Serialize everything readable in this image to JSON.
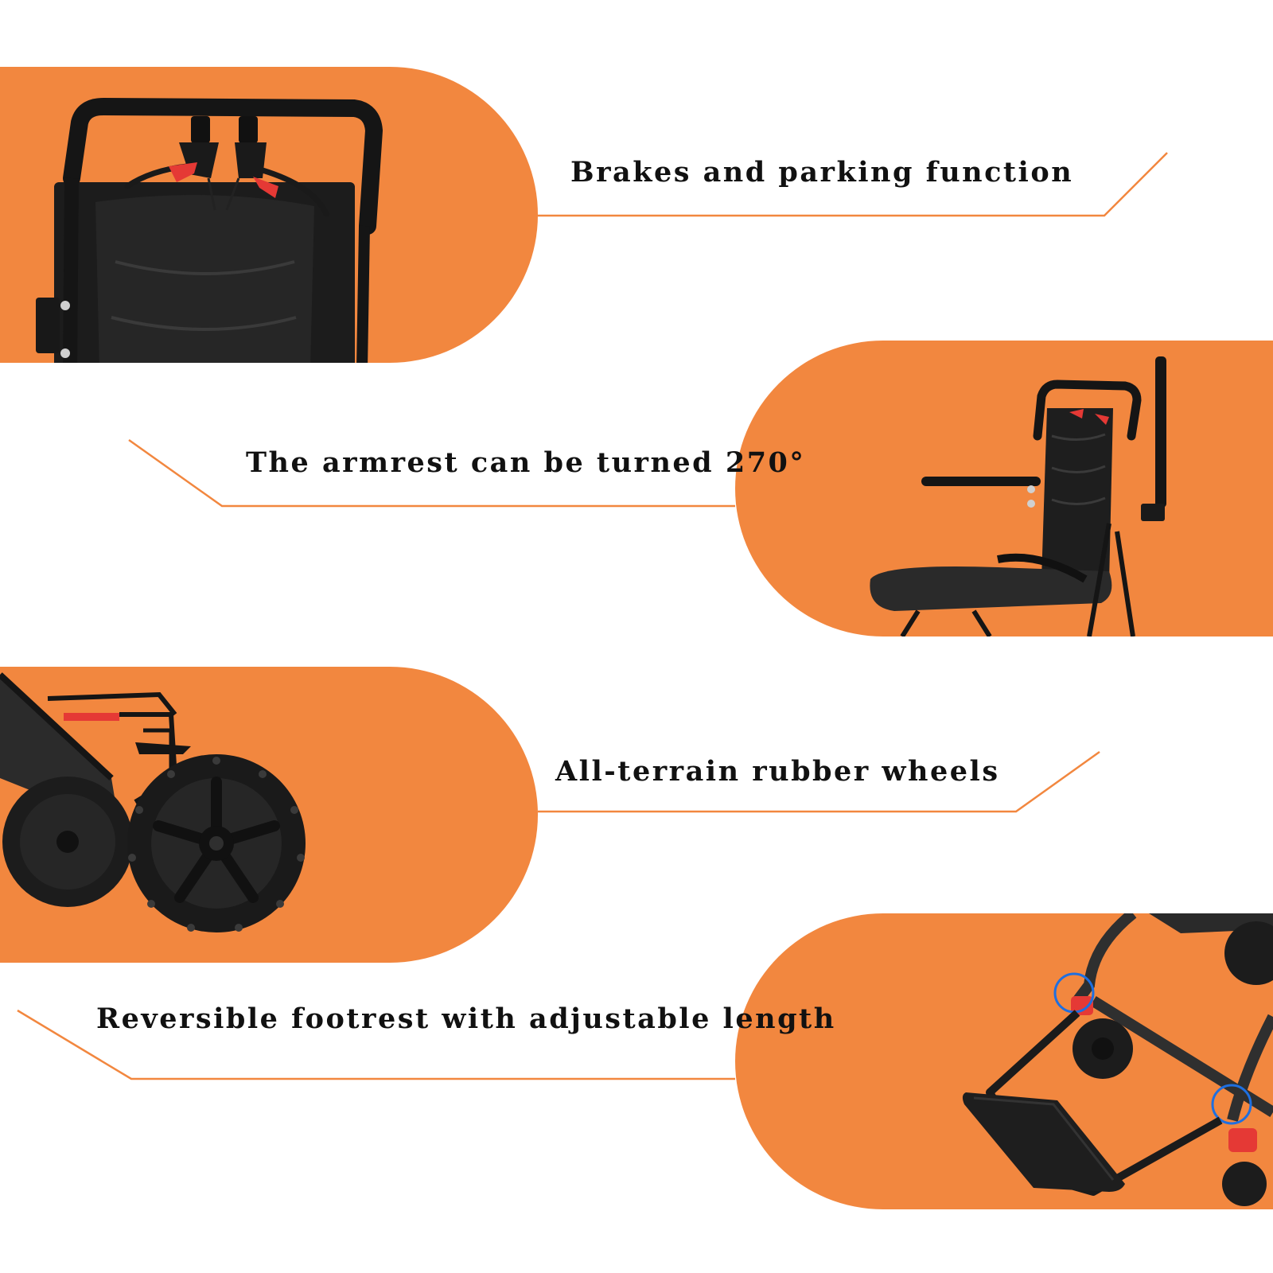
{
  "features": [
    {
      "label": "Brakes and parking function"
    },
    {
      "label": "The armrest can be turned 270°"
    },
    {
      "label": "All-terrain rubber wheels"
    },
    {
      "label": "Reversible footrest with adjustable length"
    }
  ],
  "colors": {
    "accent": "#F2873F",
    "line": "#F2873F",
    "text": "#111111",
    "product": "#1b1b1b",
    "highlight_red": "#e53935",
    "highlight_ring": "#1e6fe0"
  }
}
